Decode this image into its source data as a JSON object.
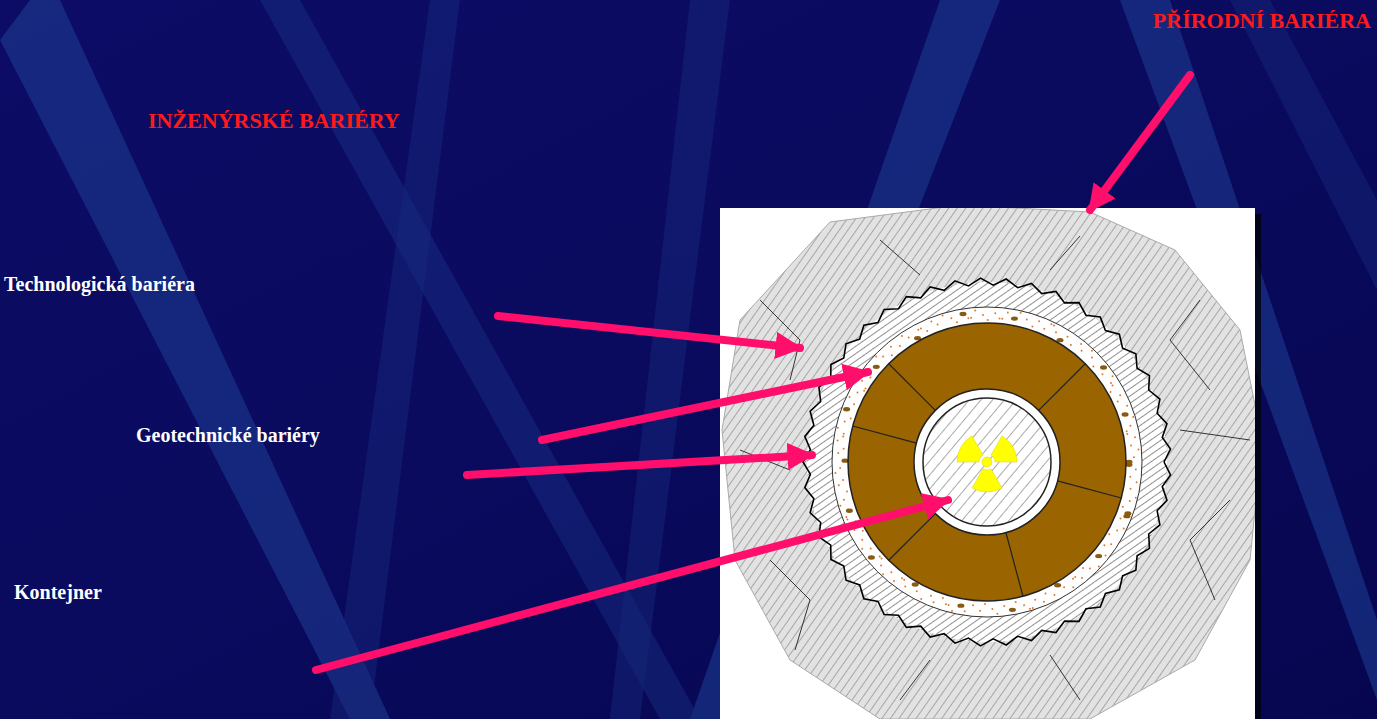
{
  "diagram": {
    "labels": [
      "INŽENÝRSKÉ BARIÉRY",
      "PŘÍRODNÍ BARIÉRA",
      "Technologická bariéra",
      "Geotechnické bariéry",
      "Kontejner"
    ]
  }
}
